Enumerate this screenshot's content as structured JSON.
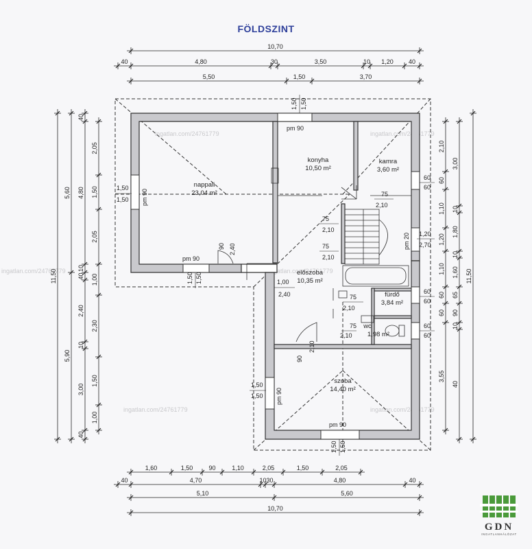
{
  "title": "FÖLDSZINT",
  "watermark": "ingatlan.com/24761779",
  "logo": {
    "text": "GDN",
    "subtitle": "INGATLANHÁLÓZAT",
    "color": "#4a9a3a"
  },
  "colors": {
    "wall_fill": "#c9c9cd",
    "wall_stroke": "#333333",
    "ink": "#222222",
    "title": "#2e3f9a"
  },
  "rooms": {
    "nappali": {
      "name": "nappali",
      "area": "23,04 m²"
    },
    "konyha": {
      "name": "konyha",
      "area": "10,50 m²"
    },
    "kamra": {
      "name": "kamra",
      "area": "3,60 m²"
    },
    "eloszoba": {
      "name": "előszoba",
      "area": "10,35 m²"
    },
    "furdo": {
      "name": "fürdő",
      "area": "3,84 m²"
    },
    "wc": {
      "name": "wc",
      "area": "1,98 m²"
    },
    "szoba": {
      "name": "szoba",
      "area": "14,40 m²"
    }
  },
  "openings": {
    "nappali_west_w": "1,50",
    "nappali_west_h": "1,50",
    "nappali_west_pm": "pm 90",
    "nappali_south_pm": "pm 90",
    "nappali_south_w": "1,50",
    "nappali_south_h": "1,50",
    "konyha_north_w": "1,50",
    "konyha_north_h": "1,50",
    "konyha_north_pm": "pm 90",
    "szoba_west_w": "1,50",
    "szoba_west_h": "1,50",
    "szoba_west_pm": "pm 90",
    "szoba_south_pm": "pm 90",
    "szoba_south_w": "1,50",
    "szoba_south_h": "1,50",
    "kamra_win_a": "60",
    "kamra_win_b": "60",
    "east_stair_w": "1,20",
    "east_stair_h": "2,70",
    "east_stair_pm": "pm 20",
    "furdo_win_a": "60",
    "furdo_win_b": "60",
    "wc_win_a": "60",
    "wc_win_b": "60",
    "door_nappali_a": "90",
    "door_nappali_b": "2,40",
    "door_eloszoba_a": "1,00",
    "door_eloszoba_b": "2,40",
    "door_konyha_a": "75",
    "door_konyha_b": "2,10",
    "door_kamra_a": "75",
    "door_kamra_b": "2,10",
    "door_stair_a": "75",
    "door_stair_b": "2,10",
    "door_furdo_a": "75",
    "door_furdo_b": "2,10",
    "door_wc_a": "75",
    "door_wc_b": "2,10",
    "door_szoba_a": "90",
    "door_szoba_b": "2,10"
  },
  "dims_top": {
    "row1": [
      "10,70"
    ],
    "row2": [
      "40",
      "4,80",
      "30",
      "3,50",
      "10",
      "1,20",
      "40"
    ],
    "row3": [
      "5,50",
      "1,50",
      "3,70"
    ]
  },
  "dims_bottom": {
    "row1": [
      "1,60",
      "1,50",
      "90",
      "1,10",
      "2,05",
      "1,50",
      "2,05"
    ],
    "row2": [
      "40",
      "4,70",
      "10",
      "30",
      "4,80",
      "40"
    ],
    "row3": [
      "5,10",
      "5,60"
    ],
    "row4": [
      "10,70"
    ]
  },
  "dims_left": {
    "outer": [
      "11,50"
    ],
    "mid": [
      "5,60",
      "5,90"
    ],
    "inner": [
      "40",
      "4,80",
      "10",
      "40",
      "2,40",
      "10",
      "3,00",
      "40"
    ],
    "detail": [
      "2,05",
      "1,50",
      "2,05",
      "1,00",
      "2,30",
      "1,50",
      "1,00"
    ]
  },
  "dims_right": {
    "detail": [
      "2,10",
      "60",
      "1,10",
      "1,20",
      "1,10",
      "60",
      "60",
      "3,55"
    ],
    "inner": [
      "3,00",
      "10",
      "1,80",
      "10",
      "1,60",
      "65",
      "90",
      "10",
      "40"
    ],
    "outer": [
      "11,50"
    ]
  }
}
